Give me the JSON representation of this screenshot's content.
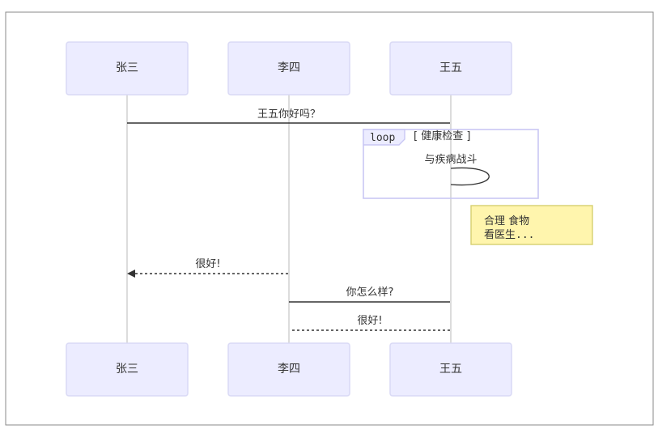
{
  "diagram": {
    "type": "sequence",
    "participants": [
      {
        "id": "A",
        "label": "张三"
      },
      {
        "id": "B",
        "label": "李四"
      },
      {
        "id": "C",
        "label": "王五"
      }
    ],
    "messages": [
      {
        "from": "A",
        "to": "C",
        "label": "王五你好吗？",
        "style": "solid"
      },
      {
        "from": "C",
        "to": "C",
        "label": "与疾病战斗",
        "style": "self"
      },
      {
        "from": "B",
        "to": "A",
        "label": "很好!",
        "style": "dotted"
      },
      {
        "from": "B",
        "to": "C",
        "label": "你怎么样?",
        "style": "solid"
      },
      {
        "from": "C",
        "to": "B",
        "label": "很好!",
        "style": "dotted"
      }
    ],
    "loop": {
      "keyword": "loop",
      "title": "[ 健康检查 ]"
    },
    "note": {
      "line1": "合理 食物",
      "line2": "看医生..."
    },
    "colors": {
      "actor_fill": "#ececff",
      "loop_border": "#c9c7f4",
      "note_fill": "#fff5ad",
      "lifeline": "#d3d3d3"
    }
  }
}
